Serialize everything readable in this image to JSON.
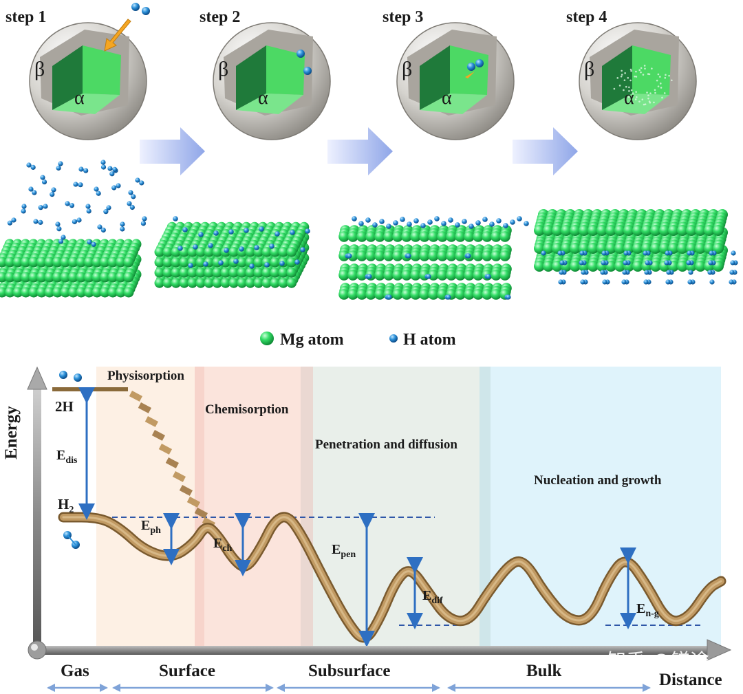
{
  "steps": [
    {
      "label": "step 1",
      "beta": "β",
      "alpha": "α"
    },
    {
      "label": "step 2",
      "beta": "β",
      "alpha": "α"
    },
    {
      "label": "step 3",
      "beta": "β",
      "alpha": "α"
    },
    {
      "label": "step 4",
      "beta": "β",
      "alpha": "α"
    }
  ],
  "legend": {
    "mg": "Mg atom",
    "h": "H atom"
  },
  "regions": {
    "physisorption": "Physisorption",
    "chemisorption": "Chemisorption",
    "penetration": "Penetration and diffusion",
    "nucleation": "Nucleation and growth"
  },
  "axes": {
    "y": "Energy",
    "x": "Distance"
  },
  "energy_levels": {
    "two_h": "2H",
    "h2_main": "H",
    "h2_sub": "2"
  },
  "energies": [
    {
      "main": "E",
      "sub": "dis"
    },
    {
      "main": "E",
      "sub": "ph"
    },
    {
      "main": "E",
      "sub": "ch"
    },
    {
      "main": "E",
      "sub": "pen"
    },
    {
      "main": "E",
      "sub": "dif"
    },
    {
      "main": "E",
      "sub": "n-g"
    }
  ],
  "categories": [
    "Gas",
    "Surface",
    "Subsurface",
    "Bulk"
  ],
  "watermark": "知乎 @镁途",
  "colors": {
    "mg": "#33dd66",
    "h": "#2a8fd8",
    "alpha_phase": "#4cd964",
    "beta_shell": "#d9d7d2",
    "curve": "#b08a55",
    "arrow": "#2e6fc2",
    "physisorption_bg": "#fdf0e4",
    "chemisorption_bg": "#fbe6e0",
    "penetration_bg": "#e8efe9",
    "nucleation_bg": "#dff3fb"
  }
}
